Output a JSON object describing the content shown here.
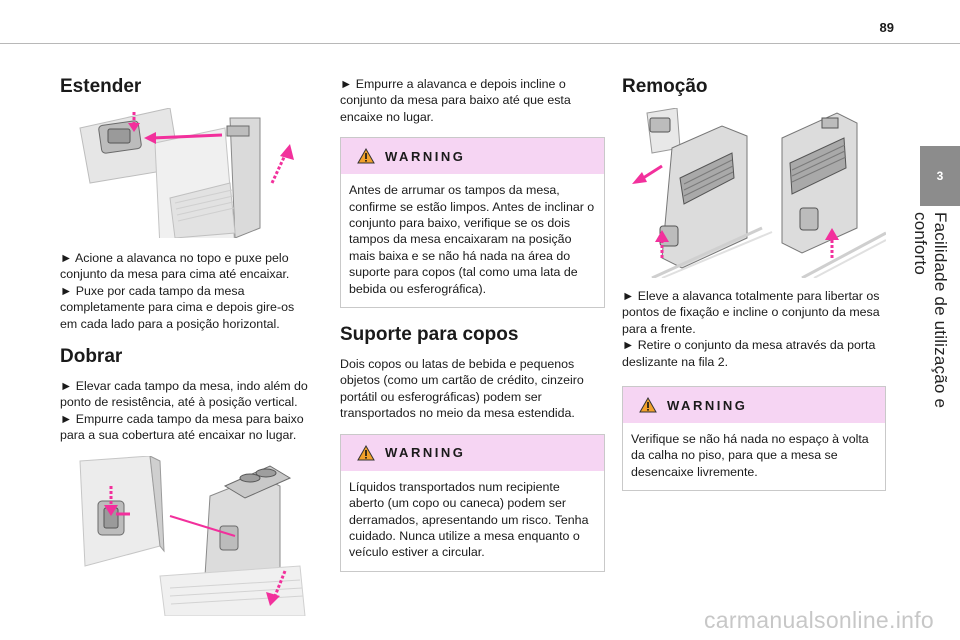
{
  "page": {
    "number": "89",
    "chapter_tab": "3",
    "chapter_title": "Facilidade de utilização e conforto"
  },
  "col1": {
    "heading_extend": "Estender",
    "extend_text_1": "► Acione a alavanca no topo e puxe pelo conjunto da mesa para cima até encaixar.",
    "extend_text_2": "► Puxe por cada tampo da mesa completamente para cima e depois gire-os em cada lado para a posição horizontal.",
    "heading_fold": "Dobrar",
    "fold_text_1": "► Elevar cada tampo da mesa, indo além do ponto de resistência, até à posição vertical.",
    "fold_text_2": "► Empurre cada tampo da mesa para baixo para a sua cobertura até encaixar no lugar."
  },
  "col2": {
    "intro_text": "► Empurre a alavanca e depois incline o conjunto da mesa para baixo até que esta encaixe no lugar.",
    "warning1_title": "WARNING",
    "warning1_text": "Antes de arrumar os tampos da mesa, confirme se estão limpos. Antes de inclinar o conjunto para baixo, verifique se os dois tampos da mesa encaixaram na posição mais baixa e se não há nada na área do suporte para copos (tal como uma lata de bebida ou esferográfica).",
    "heading_cups": "Suporte para copos",
    "cups_text": "Dois copos ou latas de bebida e pequenos objetos (como um cartão de crédito, cinzeiro portátil ou esferográficas) podem ser transportados no meio da mesa estendida.",
    "warning2_title": "WARNING",
    "warning2_text": "Líquidos transportados num recipiente aberto (um copo ou caneca) podem ser derramados, apresentando um risco. Tenha cuidado. Nunca utilize a mesa enquanto o veículo estiver a circular."
  },
  "col3": {
    "heading_removal": "Remoção",
    "removal_text_1": "► Eleve a alavanca totalmente para libertar os pontos de fixação e incline o conjunto da mesa para a frente.",
    "removal_text_2": "► Retire o conjunto da mesa através da porta deslizante na fila 2.",
    "warning3_title": "WARNING",
    "warning3_text": "Verifique se não há nada no espaço à volta da calha no piso, para que a mesa se desencaixe livremente."
  },
  "footer": {
    "watermark": "carmanualsonline.info"
  },
  "colors": {
    "accent_pink": "#f2309c",
    "warning_bg": "#f6d5f3",
    "tab_gray": "#8c8c8c"
  }
}
